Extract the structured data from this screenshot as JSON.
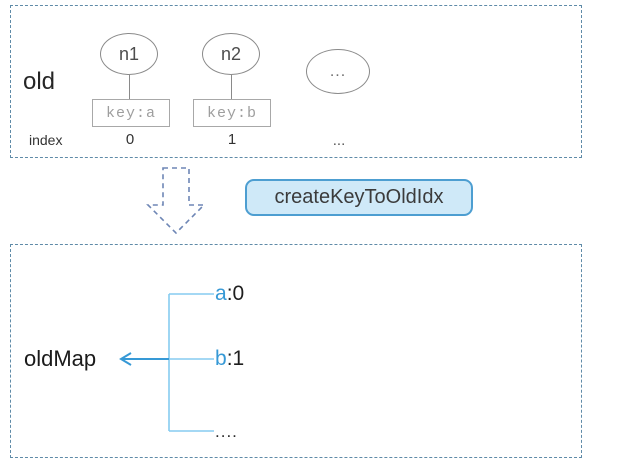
{
  "colors": {
    "panel_border": "#5f8ba8",
    "node_stroke": "#8a8a8a",
    "key_text": "#9e9e9e",
    "block_arrow": "#6e86b5",
    "button_fill": "#cfe9f8",
    "button_border": "#4d9ed1",
    "bracket_blue": "#85ccf0",
    "arrow_blue": "#3699d6",
    "text_dark": "#1f1f1f"
  },
  "old_section": {
    "label": "old",
    "index_label": "index",
    "nodes": [
      {
        "name": "n1",
        "key": "key:a",
        "index": "0"
      },
      {
        "name": "n2",
        "key": "key:b",
        "index": "1"
      },
      {
        "name": "...",
        "key": "",
        "index": "..."
      }
    ]
  },
  "transform": {
    "button_label": "createKeyToOldIdx"
  },
  "map_section": {
    "label": "oldMap",
    "entries": [
      {
        "key": "a",
        "value": ":0"
      },
      {
        "key": "b",
        "value": ":1"
      }
    ],
    "ellipsis": "...."
  }
}
